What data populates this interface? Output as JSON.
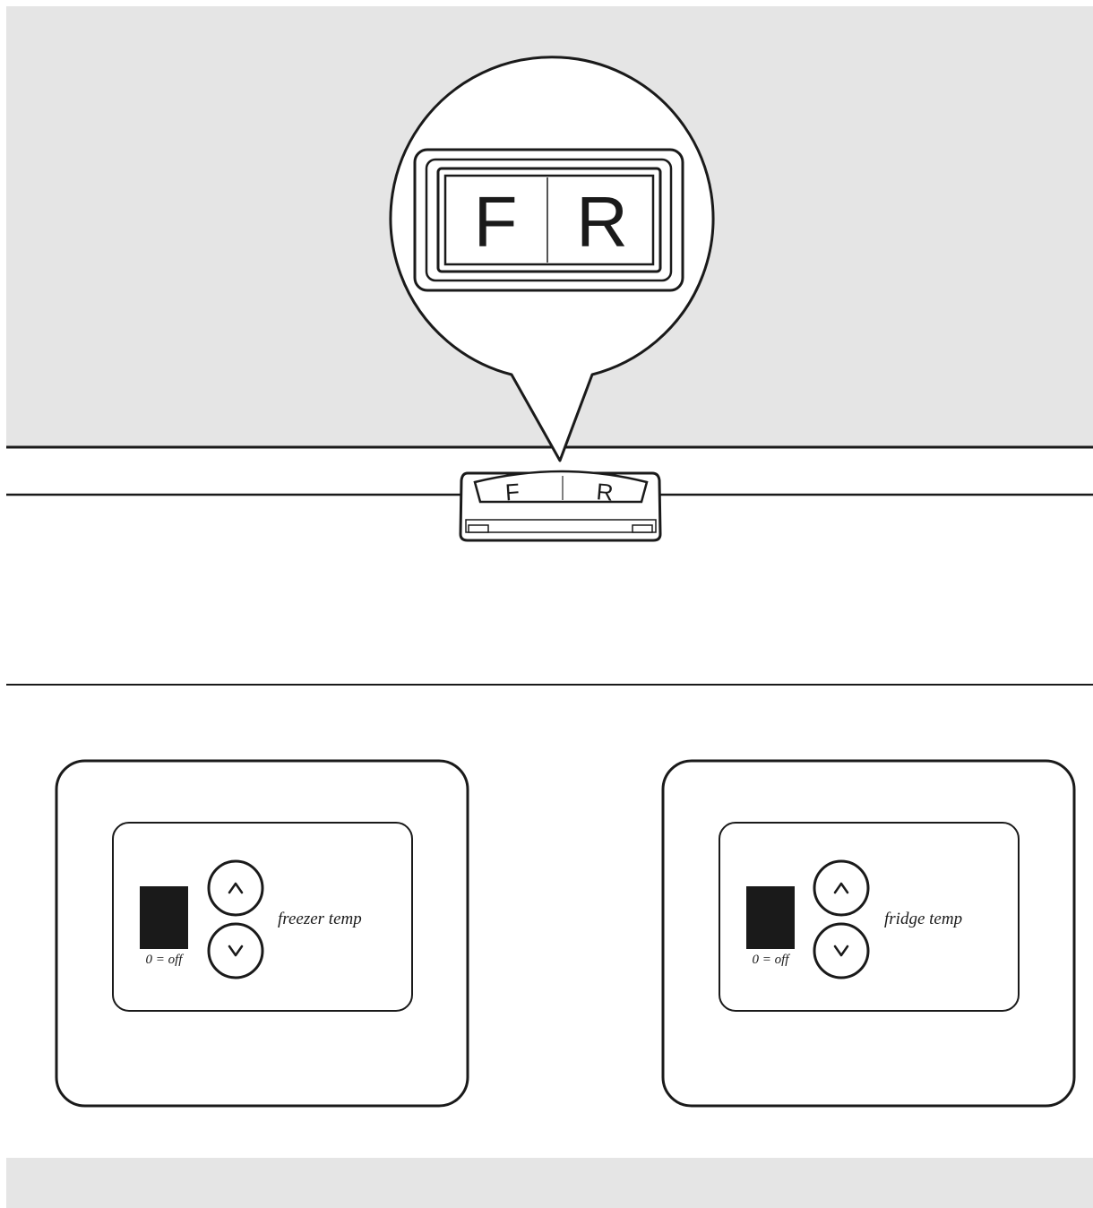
{
  "switch": {
    "left_letter": "F",
    "right_letter": "R"
  },
  "panels": [
    {
      "label": "freezer temp",
      "note": "0 = off",
      "up_symbol": "^",
      "down_symbol": "v"
    },
    {
      "label": "fridge temp",
      "note": "0 = off",
      "up_symbol": "^",
      "down_symbol": "v"
    }
  ],
  "colors": {
    "background_gray": "#e5e5e5",
    "line": "#1a1a1a",
    "display": "#1a1a1a",
    "panel_fill": "#ffffff"
  }
}
